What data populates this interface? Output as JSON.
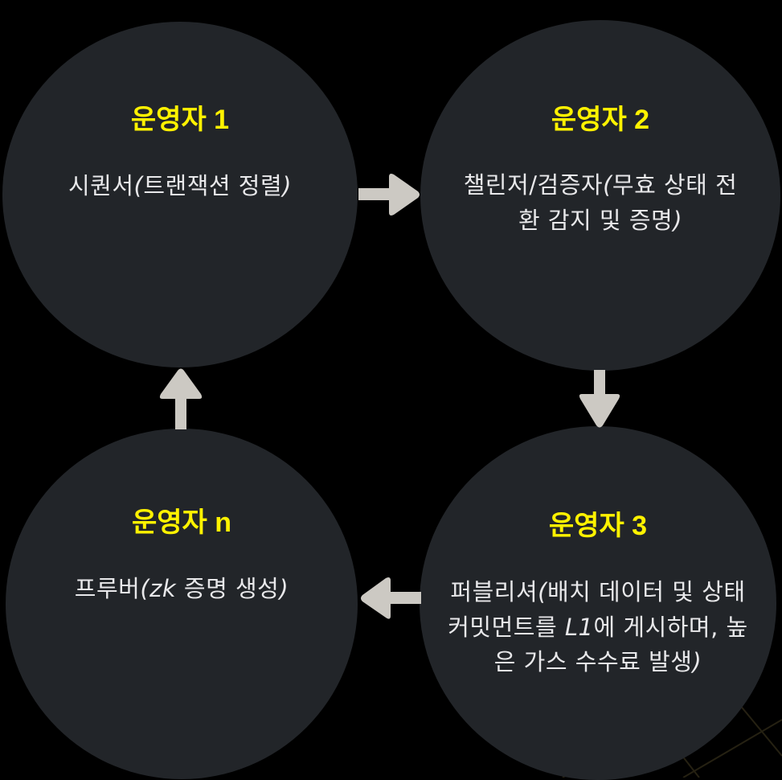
{
  "diagram": {
    "colors": {
      "background": "#000000",
      "node_fill": "#222529",
      "title": "#fff200",
      "description": "#e8e8ea",
      "arrow": "#ccc9c3",
      "grid_line": "#2a2515"
    },
    "nodes": [
      {
        "id": "operator-1",
        "title": "운영자 1",
        "description": [
          {
            "text": "시퀀서",
            "italic": false
          },
          {
            "text": "(",
            "italic": true
          },
          {
            "text": "트랜잭션 정렬",
            "italic": false
          },
          {
            "text": ")",
            "italic": true
          }
        ]
      },
      {
        "id": "operator-2",
        "title": "운영자 2",
        "description": [
          {
            "text": "챌린저/검증자",
            "italic": false
          },
          {
            "text": "(",
            "italic": true
          },
          {
            "text": "무효 상태 전환 감지 및 증명",
            "italic": false
          },
          {
            "text": ")",
            "italic": true
          }
        ]
      },
      {
        "id": "operator-3",
        "title": "운영자 3",
        "description": [
          {
            "text": "퍼블리셔",
            "italic": false
          },
          {
            "text": "(",
            "italic": true
          },
          {
            "text": "배치 데이터 및 상태 커밋먼트를 ",
            "italic": false
          },
          {
            "text": "L1",
            "italic": true
          },
          {
            "text": "에 게시하며, 높은 가스 수수료 발생",
            "italic": false
          },
          {
            "text": ")",
            "italic": true
          }
        ]
      },
      {
        "id": "operator-n",
        "title": "운영자 n",
        "description": [
          {
            "text": "프루버",
            "italic": false
          },
          {
            "text": "(",
            "italic": true
          },
          {
            "text": "zk",
            "italic": true
          },
          {
            "text": " 증명 생성",
            "italic": false
          },
          {
            "text": ")",
            "italic": true
          }
        ]
      }
    ],
    "edges": [
      {
        "from": "operator-1",
        "to": "operator-2",
        "direction": "right"
      },
      {
        "from": "operator-2",
        "to": "operator-3",
        "direction": "down"
      },
      {
        "from": "operator-3",
        "to": "operator-n",
        "direction": "left"
      },
      {
        "from": "operator-n",
        "to": "operator-1",
        "direction": "up"
      }
    ]
  }
}
